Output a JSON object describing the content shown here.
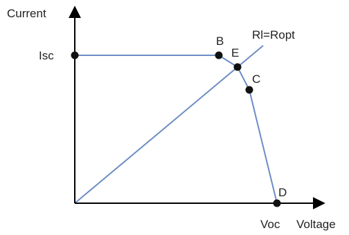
{
  "axes": {
    "y_label": "Current",
    "x_label": "Voltage",
    "y_tick_label": "Isc",
    "x_tick_label": "Voc"
  },
  "load_line_label": "Rl=Ropt",
  "points": {
    "B": "B",
    "E": "E",
    "C": "C",
    "D": "D",
    "Isc": "",
    "Origin": ""
  },
  "colors": {
    "curve": "#6b8cc4",
    "axis": "#000000",
    "point": "#111111",
    "text": "#222222"
  }
}
